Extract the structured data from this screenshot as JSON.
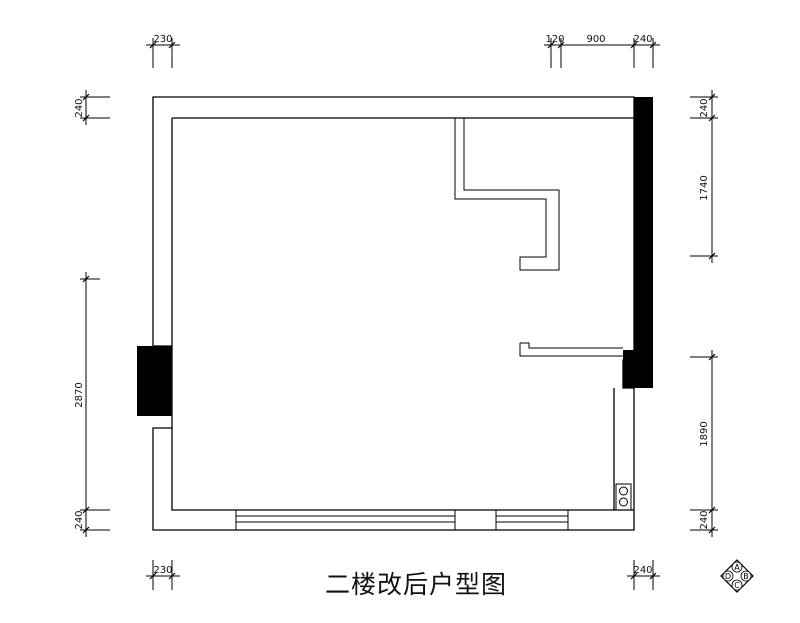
{
  "title": "二楼改后户型图",
  "dimensions": {
    "top_left": "230",
    "top_right_a": "120",
    "top_right_b": "900",
    "top_right_c": "240",
    "left_top": "240",
    "left_middle": "2870",
    "left_bottom": "240",
    "right_top": "240",
    "right_upper": "1740",
    "right_lower": "1890",
    "right_bottom": "240",
    "bottom_left": "230",
    "bottom_right": "240"
  },
  "compass": {
    "a": "A",
    "b": "B",
    "c": "C",
    "d": "D"
  }
}
